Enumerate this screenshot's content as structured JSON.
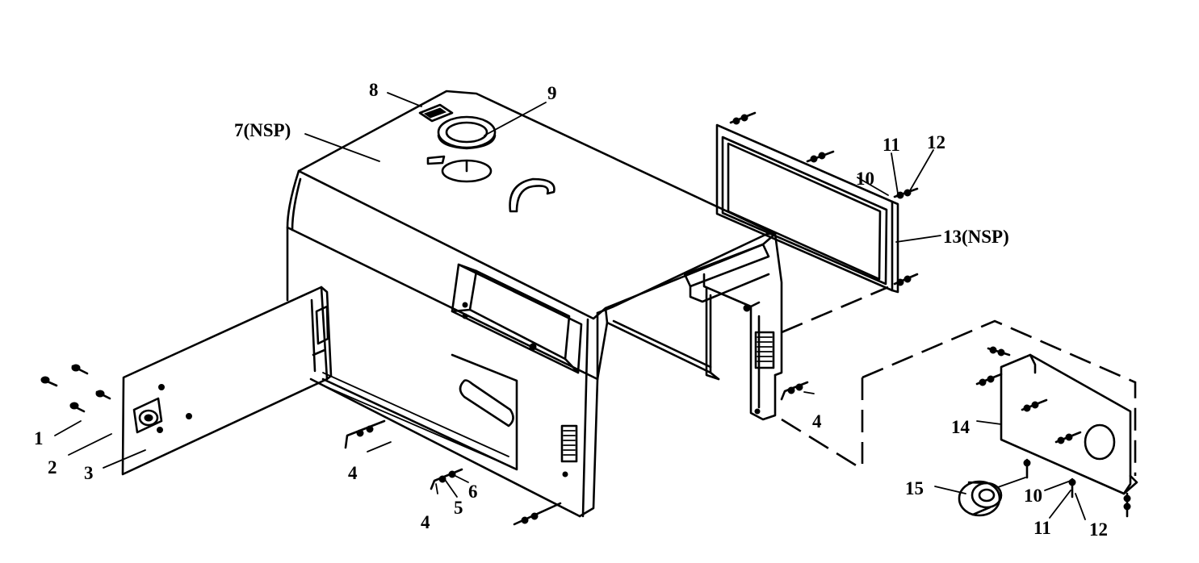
{
  "callouts": {
    "c1": "1",
    "c2": "2",
    "c3": "3",
    "c4a": "4",
    "c4b": "4",
    "c4c": "4",
    "c5": "5",
    "c6": "6",
    "c7": "7(NSP)",
    "c8": "8",
    "c9": "9",
    "c10a": "10",
    "c10b": "10",
    "c11a": "11",
    "c11b": "11",
    "c12a": "12",
    "c12b": "12",
    "c13": "13(NSP)",
    "c14": "14",
    "c15": "15"
  }
}
